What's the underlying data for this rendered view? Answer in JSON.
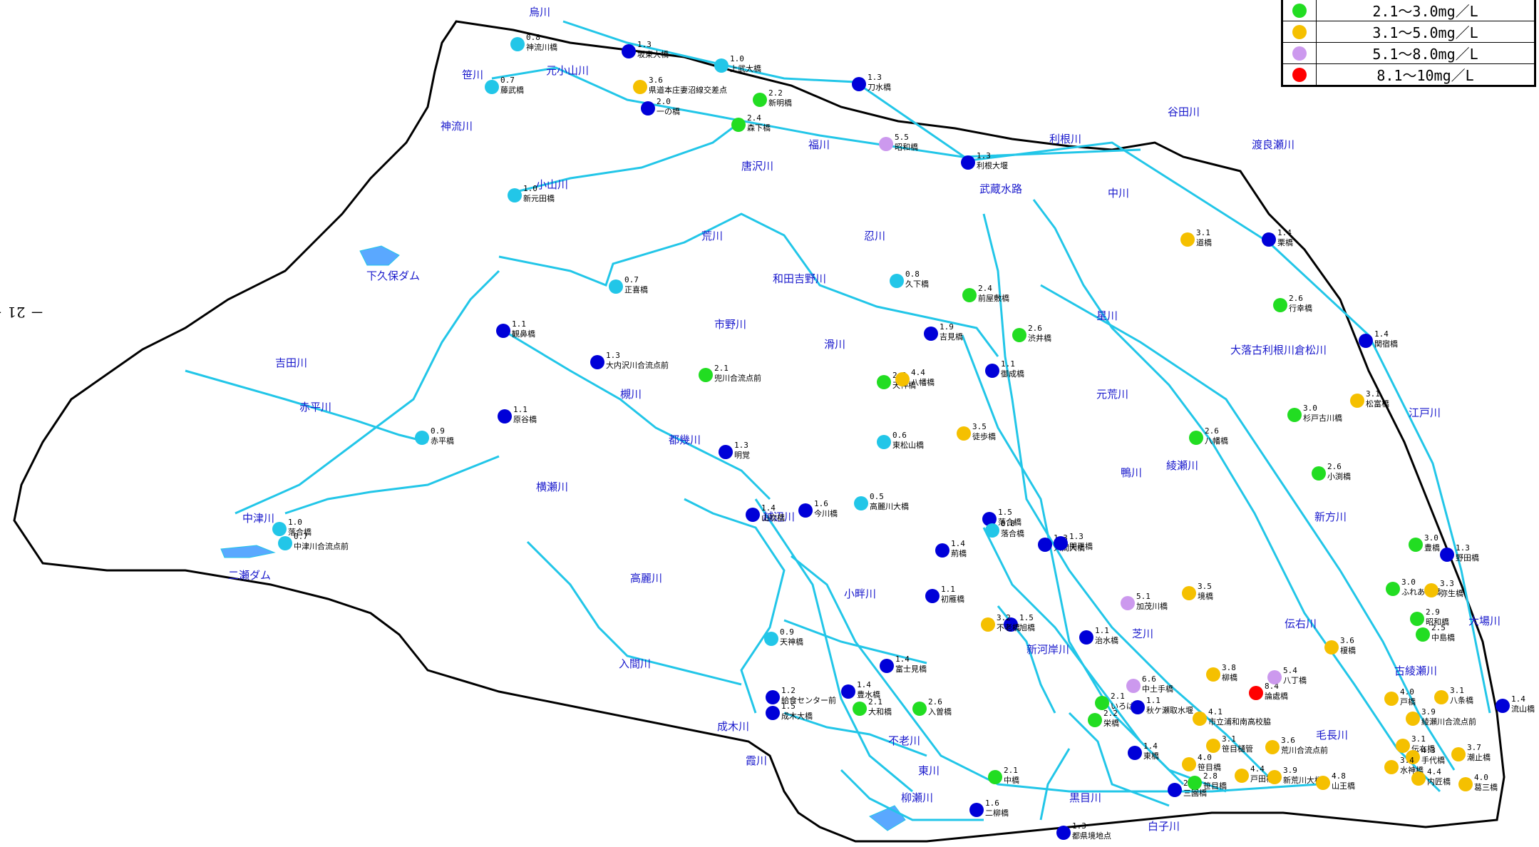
{
  "page_number": "－ 21 －",
  "colors": {
    "river": "#22c6e8",
    "boundary": "#000000",
    "lake": "#5aa8ff",
    "river_label": "#1a1acc",
    "class_le_1_0": "#22c6e8",
    "class_1_1_2_0": "#0000d8",
    "class_2_1_3_0": "#22dd22",
    "class_3_1_5_0": "#f5c000",
    "class_5_1_8_0": "#cc99ee",
    "class_8_1_10": "#ff0000"
  },
  "legend": [
    {
      "label": "2.1～3.0mg／L",
      "color": "#22dd22"
    },
    {
      "label": "3.1～5.0mg／L",
      "color": "#f5c000"
    },
    {
      "label": "5.1～8.0mg／L",
      "color": "#cc99ee"
    },
    {
      "label": "8.1～10mg／L",
      "color": "#ff0000"
    }
  ],
  "rivers": [
    "烏川",
    "笹川",
    "神流川",
    "元小山川",
    "小山川",
    "唐沢川",
    "福川",
    "利根川",
    "谷田川",
    "渡良瀬川",
    "武蔵水路",
    "中川",
    "荒川",
    "忍川",
    "和田吉野川",
    "市野川",
    "滑川",
    "星川",
    "大落古利根川",
    "倉松川",
    "江戸川",
    "元荒川",
    "吉田川",
    "赤平川",
    "槻川",
    "都幾川",
    "綾瀬川",
    "鴨川",
    "横瀬川",
    "越辺川",
    "新方川",
    "中津川",
    "二瀬ダム",
    "高麗川",
    "小畔川",
    "大場川",
    "芝川",
    "伝右川",
    "新河岸川",
    "入間川",
    "古綾瀬川",
    "毛長川",
    "成木川",
    "不老川",
    "霞川",
    "東川",
    "柳瀬川",
    "黒目川",
    "白子川",
    "下久保ダム"
  ],
  "stations": [
    {
      "name": "神流川橋",
      "value": "0.8"
    },
    {
      "name": "坂東大橋",
      "value": "1.3"
    },
    {
      "name": "上武大橋",
      "value": "1.0"
    },
    {
      "name": "藤武橋",
      "value": "0.7"
    },
    {
      "name": "県道本庄妻沼線交差点",
      "value": "3.6"
    },
    {
      "name": "新明橋",
      "value": "2.2"
    },
    {
      "name": "刀水橋",
      "value": "1.3"
    },
    {
      "name": "一の橋",
      "value": "2.0"
    },
    {
      "name": "森下橋",
      "value": "2.4"
    },
    {
      "name": "昭和橋",
      "value": "5.5"
    },
    {
      "name": "利根大堰",
      "value": "1.3"
    },
    {
      "name": "新元田橋",
      "value": "1.0"
    },
    {
      "name": "道橋",
      "value": "3.1"
    },
    {
      "name": "栗橋",
      "value": "1.4"
    },
    {
      "name": "正喜橋",
      "value": "0.7"
    },
    {
      "name": "前屋敷橋",
      "value": "2.4"
    },
    {
      "name": "久下橋",
      "value": "0.8"
    },
    {
      "name": "行幸橋",
      "value": "2.6"
    },
    {
      "name": "関宿橋",
      "value": "1.4"
    },
    {
      "name": "渋井橋",
      "value": "2.6"
    },
    {
      "name": "吉見橋",
      "value": "1.9"
    },
    {
      "name": "観鼻橋",
      "value": "1.1"
    },
    {
      "name": "大内沢川合流点前",
      "value": "1.3"
    },
    {
      "name": "兜川合流点前",
      "value": "2.1"
    },
    {
      "name": "御成橋",
      "value": "1.1"
    },
    {
      "name": "天神橋",
      "value": "2.9"
    },
    {
      "name": "八幡橋",
      "value": "4.4"
    },
    {
      "name": "松富橋",
      "value": "3.1"
    },
    {
      "name": "杉戸古川橋",
      "value": "3.0"
    },
    {
      "name": "原谷橋",
      "value": "1.1"
    },
    {
      "name": "赤平橋",
      "value": "0.9"
    },
    {
      "name": "八幡橋",
      "value": "2.6"
    },
    {
      "name": "明覚",
      "value": "1.3"
    },
    {
      "name": "東松山橋",
      "value": "0.6"
    },
    {
      "name": "徒歩橋",
      "value": "3.5"
    },
    {
      "name": "小渕橋",
      "value": "2.6"
    },
    {
      "name": "落合橋",
      "value": "1.0"
    },
    {
      "name": "山吹橋",
      "value": "1.4"
    },
    {
      "name": "今川橋",
      "value": "1.6"
    },
    {
      "name": "高麗川大橋",
      "value": "0.5"
    },
    {
      "name": "落合橋",
      "value": "1.5"
    },
    {
      "name": "中津川合流点前",
      "value": "0.7"
    },
    {
      "name": "豊橋",
      "value": "3.0"
    },
    {
      "name": "荊橋",
      "value": "1.4"
    },
    {
      "name": "落合橋",
      "value": "0.8"
    },
    {
      "name": "入間大橋",
      "value": "1.3"
    },
    {
      "name": "開平橋",
      "value": "1.3"
    },
    {
      "name": "野田橋",
      "value": "1.3"
    },
    {
      "name": "ふれあい橋",
      "value": "3.0"
    },
    {
      "name": "弥生橋",
      "value": "3.3"
    },
    {
      "name": "境橋",
      "value": "3.5"
    },
    {
      "name": "加茂川橋",
      "value": "5.1"
    },
    {
      "name": "昭和橋",
      "value": "2.9"
    },
    {
      "name": "中島橋",
      "value": "2.5"
    },
    {
      "name": "天神橋",
      "value": "0.9"
    },
    {
      "name": "初雁橋",
      "value": "1.1"
    },
    {
      "name": "旭橋",
      "value": "1.5"
    },
    {
      "name": "不老橋",
      "value": "3.2"
    },
    {
      "name": "治水橋",
      "value": "1.1"
    },
    {
      "name": "榎橋",
      "value": "3.6"
    },
    {
      "name": "給食センター前",
      "value": "1.2"
    },
    {
      "name": "豊水橋",
      "value": "1.4"
    },
    {
      "name": "富士見橋",
      "value": "1.4"
    },
    {
      "name": "中土手橋",
      "value": "6.6"
    },
    {
      "name": "柳橋",
      "value": "3.8"
    },
    {
      "name": "論處橋",
      "value": "8.4"
    },
    {
      "name": "八丁橋",
      "value": "5.4"
    },
    {
      "name": "戸橋",
      "value": "4.0"
    },
    {
      "name": "八条橋",
      "value": "3.1"
    },
    {
      "name": "成木大橋",
      "value": "1.5"
    },
    {
      "name": "大和橋",
      "value": "2.1"
    },
    {
      "name": "入曽橋",
      "value": "2.6"
    },
    {
      "name": "いろは橋",
      "value": "2.1"
    },
    {
      "name": "秋ケ瀬取水堰",
      "value": "1.1"
    },
    {
      "name": "市立浦和南高校脇",
      "value": "4.1"
    },
    {
      "name": "綾瀬川合流点前",
      "value": "3.9"
    },
    {
      "name": "流山橋",
      "value": "1.4"
    },
    {
      "name": "栄橋",
      "value": "2.2"
    },
    {
      "name": "笹目樋管",
      "value": "3.1"
    },
    {
      "name": "荒川合流点前",
      "value": "3.6"
    },
    {
      "name": "伝右橋",
      "value": "3.1"
    },
    {
      "name": "手代橋",
      "value": "4.3"
    },
    {
      "name": "潮止橋",
      "value": "3.7"
    },
    {
      "name": "中橋",
      "value": "2.1"
    },
    {
      "name": "笹目橋",
      "value": "4.0"
    },
    {
      "name": "東橋",
      "value": "1.4"
    },
    {
      "name": "水神橋",
      "value": "3.4"
    },
    {
      "name": "三園橋",
      "value": "2.0"
    },
    {
      "name": "笹目橋",
      "value": "2.8"
    },
    {
      "name": "戸田橋",
      "value": "4.4"
    },
    {
      "name": "新荒川大橋",
      "value": "3.9"
    },
    {
      "name": "山王橋",
      "value": "4.8"
    },
    {
      "name": "内匠橋",
      "value": "4.4"
    },
    {
      "name": "葛三橋",
      "value": "4.0"
    },
    {
      "name": "二柳橋",
      "value": "1.6"
    },
    {
      "name": "都県境地点",
      "value": "1.3"
    }
  ]
}
